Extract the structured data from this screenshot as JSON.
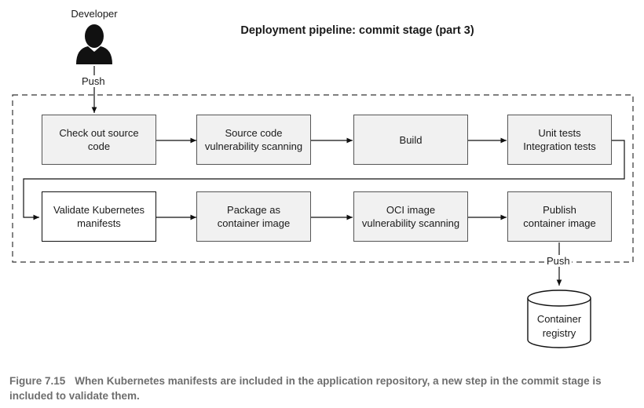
{
  "title": "Deployment pipeline: commit stage (part 3)",
  "actor": {
    "label": "Developer",
    "icon": "person-silhouette-icon"
  },
  "push_labels": {
    "developer_push": "Push",
    "registry_push": "Push"
  },
  "steps": [
    {
      "label": "Check out source\ncode"
    },
    {
      "label": "Source code\nvulnerability scanning"
    },
    {
      "label": "Build"
    },
    {
      "label": "Unit tests\nIntegration tests"
    },
    {
      "label": "Validate Kubernetes\nmanifests"
    },
    {
      "label": "Package as\ncontainer image"
    },
    {
      "label": "OCI image\nvulnerability scanning"
    },
    {
      "label": "Publish\ncontainer image"
    }
  ],
  "registry": {
    "label": "Container\nregistry",
    "icon": "database-cylinder-icon"
  },
  "caption": {
    "figure": "Figure 7.15",
    "text": "When Kubernetes manifests are included in the application repository, a new step in the commit stage is included to validate them."
  },
  "colors": {
    "step_fill": "#f1f1f1",
    "highlight_fill": "#ffffff",
    "caption": "#6e6e6e"
  }
}
